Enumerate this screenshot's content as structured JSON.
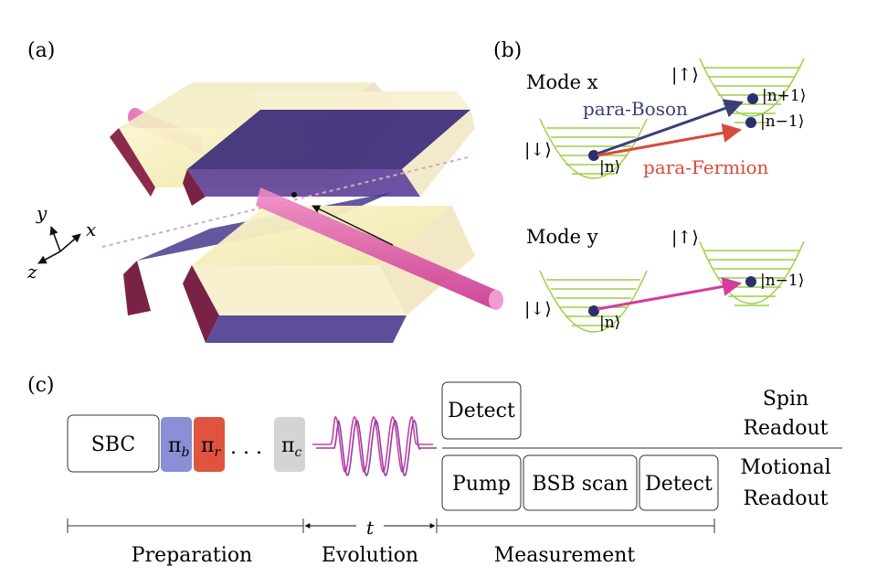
{
  "panels": {
    "a": "(a)",
    "b": "(b)",
    "c": "(c)"
  },
  "axes": {
    "x": "x",
    "y": "y",
    "z": "z"
  },
  "panel_b": {
    "mode_x_label": "Mode x",
    "mode_y_label": "Mode y",
    "state_up": "|↑⟩",
    "state_down": "|↓⟩",
    "state_n": "|n⟩",
    "state_n_plus_1": "|n+1⟩",
    "state_n_minus_1": "|n−1⟩",
    "para_boson": "para-Boson",
    "para_fermion": "para-Fermion"
  },
  "panel_c": {
    "pulses": {
      "sbc": "SBC",
      "pi_b": "π",
      "pi_b_sub": "b",
      "pi_r": "π",
      "pi_r_sub": "r",
      "dots": ". . .",
      "pi_c": "π",
      "pi_c_sub": "c"
    },
    "spin_row": {
      "detect": "Detect",
      "label_line1": "Spin",
      "label_line2": "Readout"
    },
    "motional_row": {
      "pump": "Pump",
      "bsb_scan": "BSB scan",
      "detect": "Detect",
      "label_line1": "Motional",
      "label_line2": "Readout"
    },
    "time_label": "t",
    "stages": {
      "preparation": "Preparation",
      "evolution": "Evolution",
      "measurement": "Measurement"
    }
  },
  "colors": {
    "blue_pulse": "#8b8fd6",
    "red_pulse": "#e0533f",
    "gray_pulse": "#d4d4d4",
    "boson_arrow": "#3a3f78",
    "fermion_arrow": "#d94a3a",
    "magenta": "#d63b9e",
    "parabola": "#9bcf45",
    "ion": "#2a2f6e"
  }
}
